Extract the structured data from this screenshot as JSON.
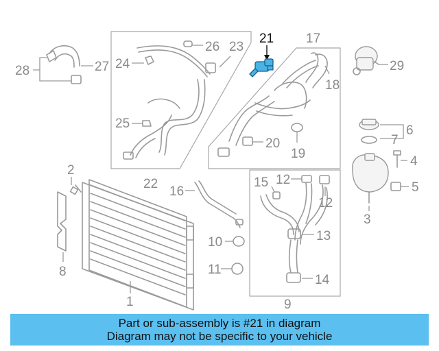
{
  "callouts": {
    "c21": "21",
    "c17": "17",
    "c18": "18",
    "c19": "19",
    "c20": "20",
    "c22": "22",
    "c23": "23",
    "c24": "24",
    "c25": "25",
    "c26": "26",
    "c27": "27",
    "c28": "28",
    "c29": "29",
    "c1": "1",
    "c2": "2",
    "c3": "3",
    "c4": "4",
    "c5": "5",
    "c6": "6",
    "c7": "7",
    "c8": "8",
    "c9": "9",
    "c10": "10",
    "c11": "11",
    "c12a": "12",
    "c12b": "12",
    "c13": "13",
    "c14": "14",
    "c15": "15",
    "c16": "16"
  },
  "banner": {
    "line1": "Part or sub-assembly is #21 in diagram",
    "line2": "Diagram may not be specific to your vehicle"
  },
  "colors": {
    "highlight_part": "#4ab3e6",
    "banner_bg": "#5bbff0",
    "line_gray": "#9a9a9a"
  }
}
